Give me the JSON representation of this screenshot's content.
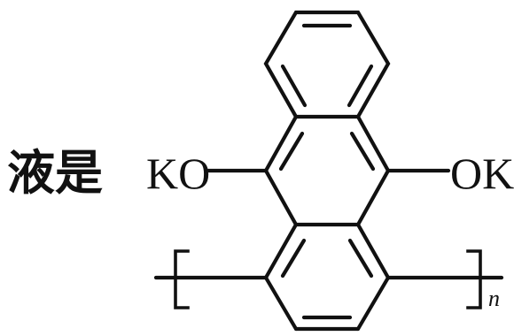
{
  "diagram": {
    "prefix_text": "液是",
    "left_group": "KO",
    "right_group": "OK",
    "repeat_subscript": "n",
    "bond_color": "#111111",
    "background_color": "#ffffff"
  }
}
